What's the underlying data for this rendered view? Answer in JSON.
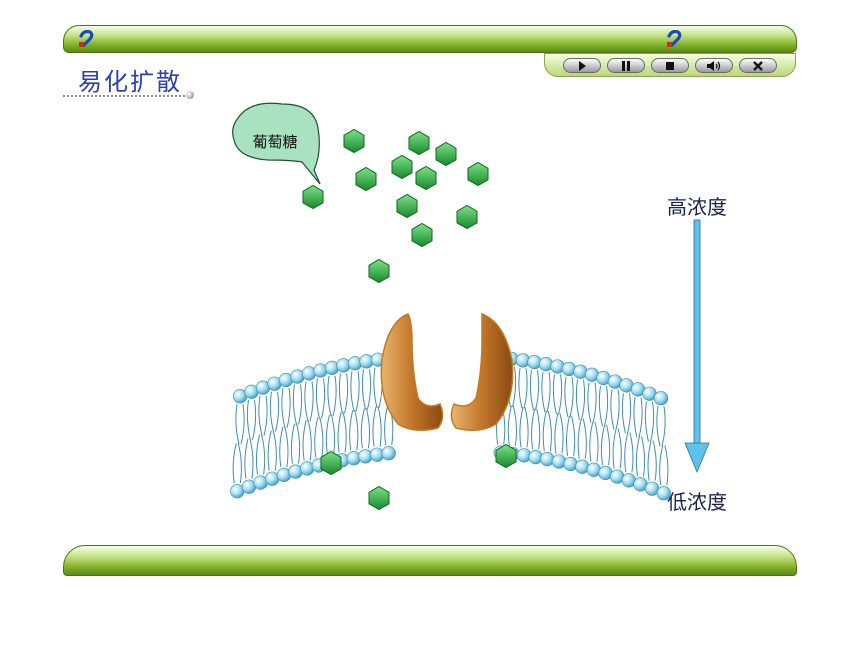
{
  "title": "易化扩散",
  "bubble_label": "葡萄糖",
  "gradient": {
    "high_label": "高浓度",
    "low_label": "低浓度",
    "arrow_color": "#5ec3ec"
  },
  "controls": [
    {
      "name": "play-button",
      "icon": "play-icon"
    },
    {
      "name": "pause-button",
      "icon": "pause-icon"
    },
    {
      "name": "stop-button",
      "icon": "stop-icon"
    },
    {
      "name": "volume-button",
      "icon": "speaker-icon"
    },
    {
      "name": "close-button",
      "icon": "close-icon"
    }
  ],
  "colors": {
    "bar_green": "#86b52d",
    "glucose_green": "#2fa23a",
    "lipid_head_blue": "#7dcbe6",
    "protein_brown": "#b5651d",
    "bubble_fill": "#a8e2c0"
  }
}
